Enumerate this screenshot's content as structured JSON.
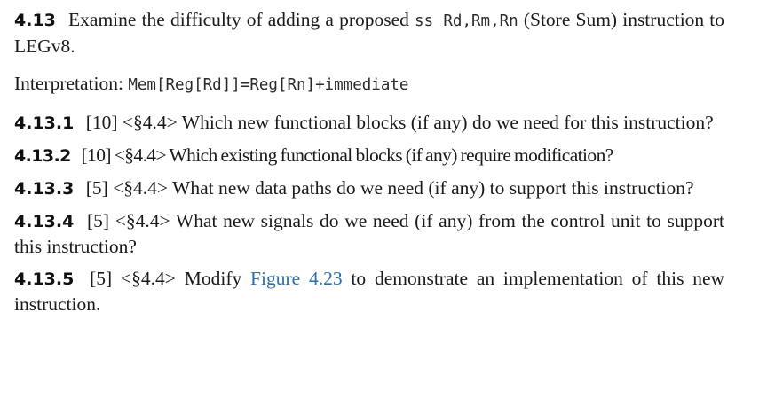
{
  "intro": {
    "number": "4.13",
    "text_before": "Examine the difficulty of adding a proposed",
    "code": "ss Rd,Rm,Rn",
    "text_after": "(Store Sum) instruction to LEGv8."
  },
  "interpretation": {
    "label": "Interpretation:",
    "code": "Mem[Reg[Rd]]=Reg[Rn]+immediate"
  },
  "exercises": [
    {
      "number": "4.13.1",
      "points": "[10]",
      "section": "<§4.4>",
      "text": "Which new functional blocks (if any) do we need for this instruction?"
    },
    {
      "number": "4.13.2",
      "points": "[10]",
      "section": "<§4.4>",
      "text": "Which existing functional blocks (if any) require modification?"
    },
    {
      "number": "4.13.3",
      "points": "[5]",
      "section": "<§4.4>",
      "text": "What new data paths do we need (if any) to support this instruction?"
    },
    {
      "number": "4.13.4",
      "points": "[5]",
      "section": "<§4.4>",
      "text": "What new signals do we need (if any) from the control unit to support this instruction?"
    }
  ],
  "last_exercise": {
    "number": "4.13.5",
    "points": "[5]",
    "section": "<§4.4>",
    "text_before": "Modify",
    "link": "Figure 4.23",
    "text_after": "to demonstrate an implementation of this new instruction."
  },
  "colors": {
    "link": "#2a6fa8",
    "text": "#1a1a1a"
  }
}
